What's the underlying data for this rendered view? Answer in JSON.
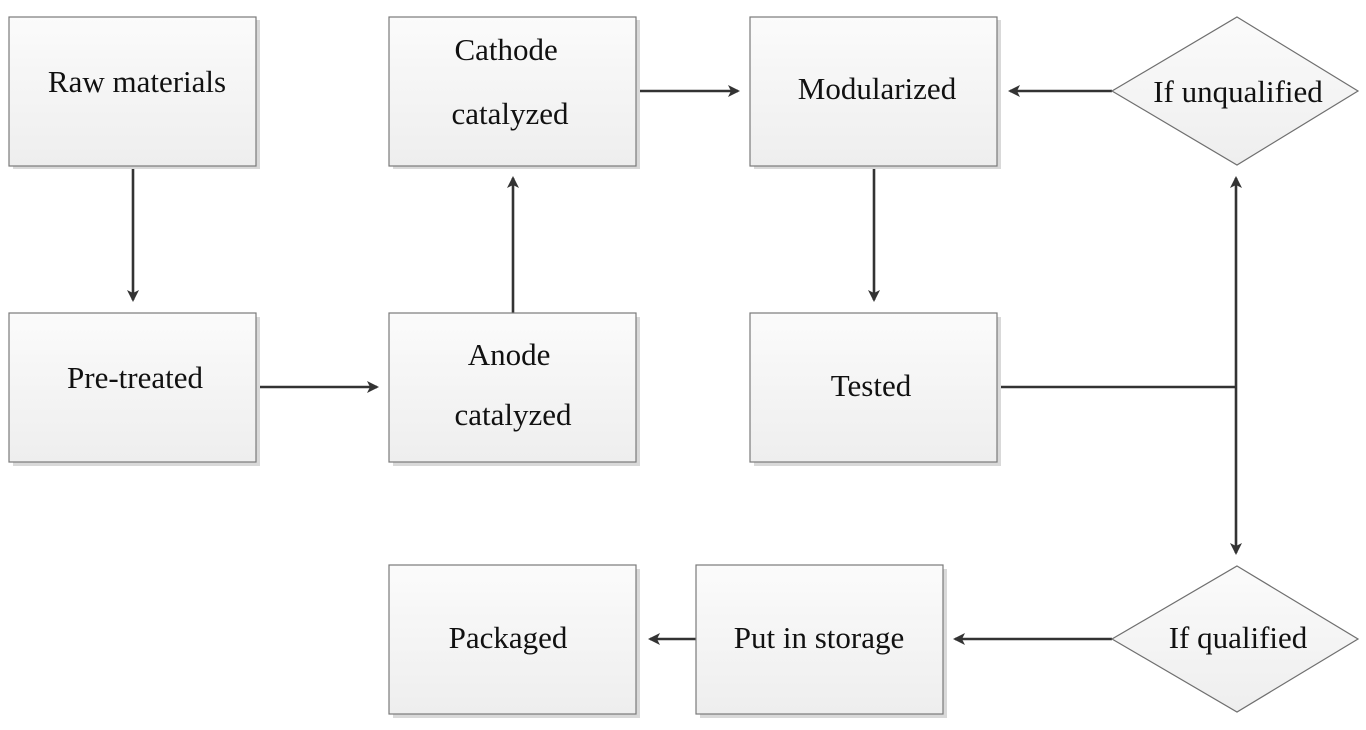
{
  "nodes": {
    "raw_materials": [
      "Raw materials"
    ],
    "pre_treated": [
      "Pre-treated"
    ],
    "anode_catalyzed": [
      "Anode",
      "catalyzed"
    ],
    "cathode_catalyzed": [
      "Cathode",
      "catalyzed"
    ],
    "modularized": [
      "Modularized"
    ],
    "tested": [
      "Tested"
    ],
    "if_unqualified": [
      "If unqualified"
    ],
    "if_qualified": [
      "If qualified"
    ],
    "put_in_storage": [
      "Put in storage"
    ],
    "packaged": [
      "Packaged"
    ]
  },
  "edges": [
    {
      "from": "raw_materials",
      "to": "pre_treated"
    },
    {
      "from": "pre_treated",
      "to": "anode_catalyzed"
    },
    {
      "from": "anode_catalyzed",
      "to": "cathode_catalyzed"
    },
    {
      "from": "cathode_catalyzed",
      "to": "modularized"
    },
    {
      "from": "modularized",
      "to": "tested"
    },
    {
      "from": "tested",
      "to": "if_unqualified"
    },
    {
      "from": "tested",
      "to": "if_qualified"
    },
    {
      "from": "if_unqualified",
      "to": "modularized"
    },
    {
      "from": "if_qualified",
      "to": "put_in_storage"
    },
    {
      "from": "put_in_storage",
      "to": "packaged"
    }
  ],
  "colors": {
    "box_fill_top": "#fafafa",
    "box_fill_bottom": "#f0f0f0",
    "box_border": "#7a7a7a",
    "arrow": "#333333",
    "text": "#111111"
  }
}
